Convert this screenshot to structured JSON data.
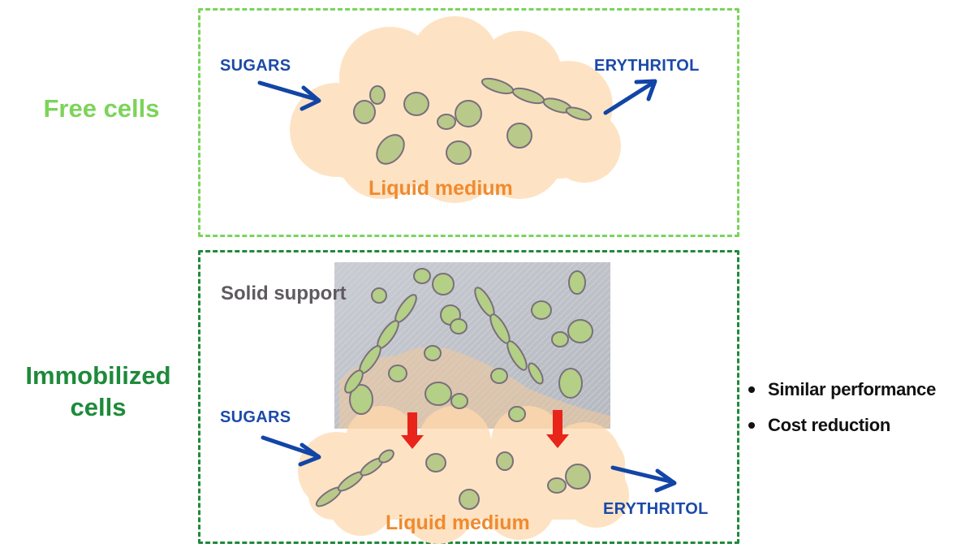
{
  "free": {
    "title": "Free cells",
    "input_label": "SUGARS",
    "output_label": "ERYTHRITOL",
    "medium_label": "Liquid medium"
  },
  "immobilized": {
    "title": "Immobilized cells",
    "support_label": "Solid support",
    "input_label": "SUGARS",
    "output_label": "ERYTHRITOL",
    "medium_label": "Liquid medium"
  },
  "benefits": [
    "Similar performance",
    "Cost reduction"
  ],
  "colors": {
    "free_border": "#79d55a",
    "immobilized_border": "#1f8a3a",
    "arrow_blue": "#1245a6",
    "label_blue": "#1c4aa8",
    "medium_fill": "#fde3c4",
    "medium_text": "#f08a2e",
    "release_arrow": "#e8241b",
    "cell_fill": "#b9c98a"
  }
}
